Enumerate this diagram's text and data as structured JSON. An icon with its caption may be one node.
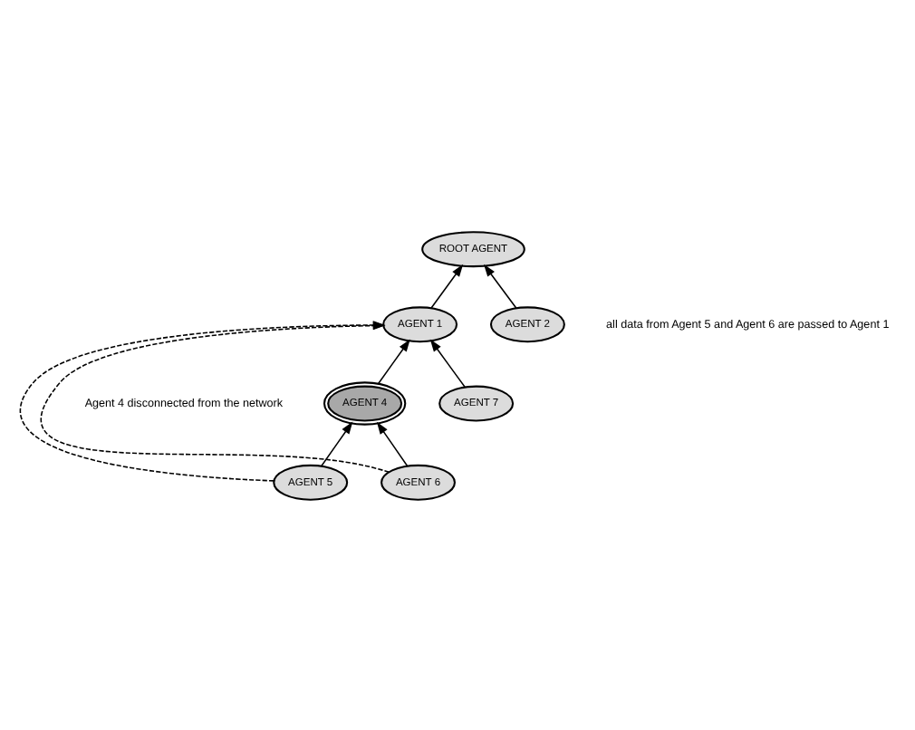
{
  "diagram": {
    "nodes": [
      {
        "text": [
          "ROOT AGENT"
        ]
      },
      {
        "text": [
          "AGENT 1"
        ]
      },
      {
        "text": [
          "AGENT 2"
        ]
      },
      {
        "text": [
          "AGENT 4"
        ]
      },
      {
        "text": [
          "AGENT 7"
        ]
      },
      {
        "text": [
          "AGENT 5"
        ]
      },
      {
        "text": [
          "AGENT 6"
        ]
      }
    ],
    "edges": [
      {
        "from": 1,
        "to": 0,
        "arrow": "to"
      },
      {
        "from": 2,
        "to": 0,
        "arrow": "to"
      },
      {
        "from": 3,
        "to": 1,
        "arrow": "to"
      },
      {
        "from": 4,
        "to": 1,
        "arrow": "to"
      },
      {
        "from": 5,
        "to": 3,
        "arrow": "to"
      },
      {
        "from": 6,
        "to": 3,
        "arrow": "to"
      },
      {
        "from": 5,
        "to": 1,
        "arrow": "to",
        "style": "dashed"
      },
      {
        "from": 6,
        "to": 1,
        "arrow": "to",
        "style": "dashed"
      }
    ],
    "labels": [
      "all data from Agent 5 and Agent 6 are passed to Agent 1",
      "Agent 4 disconnected from the network"
    ]
  }
}
